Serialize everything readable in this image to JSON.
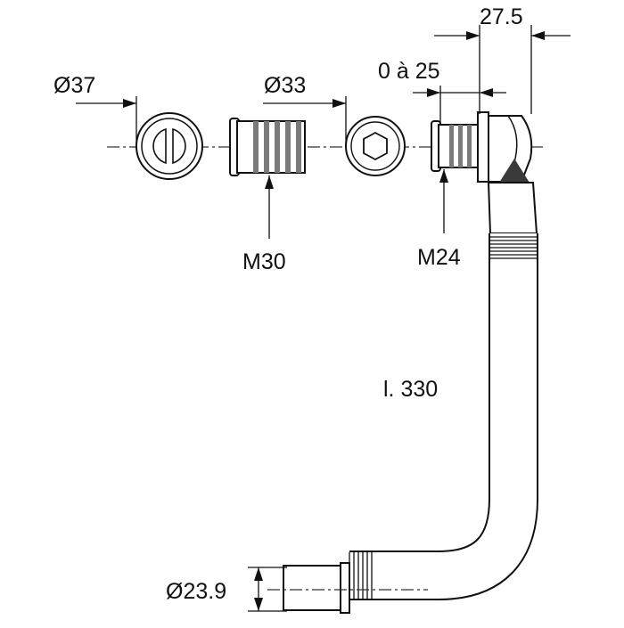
{
  "dimensions": {
    "cover_diameter": "Ø37",
    "body_diameter": "Ø33",
    "offset_width": "27.5",
    "adjust_range": "0 à 25",
    "thread_large": "M30",
    "thread_small": "M24",
    "hose_length": "l. 330",
    "outlet_diameter": "Ø23.9"
  }
}
